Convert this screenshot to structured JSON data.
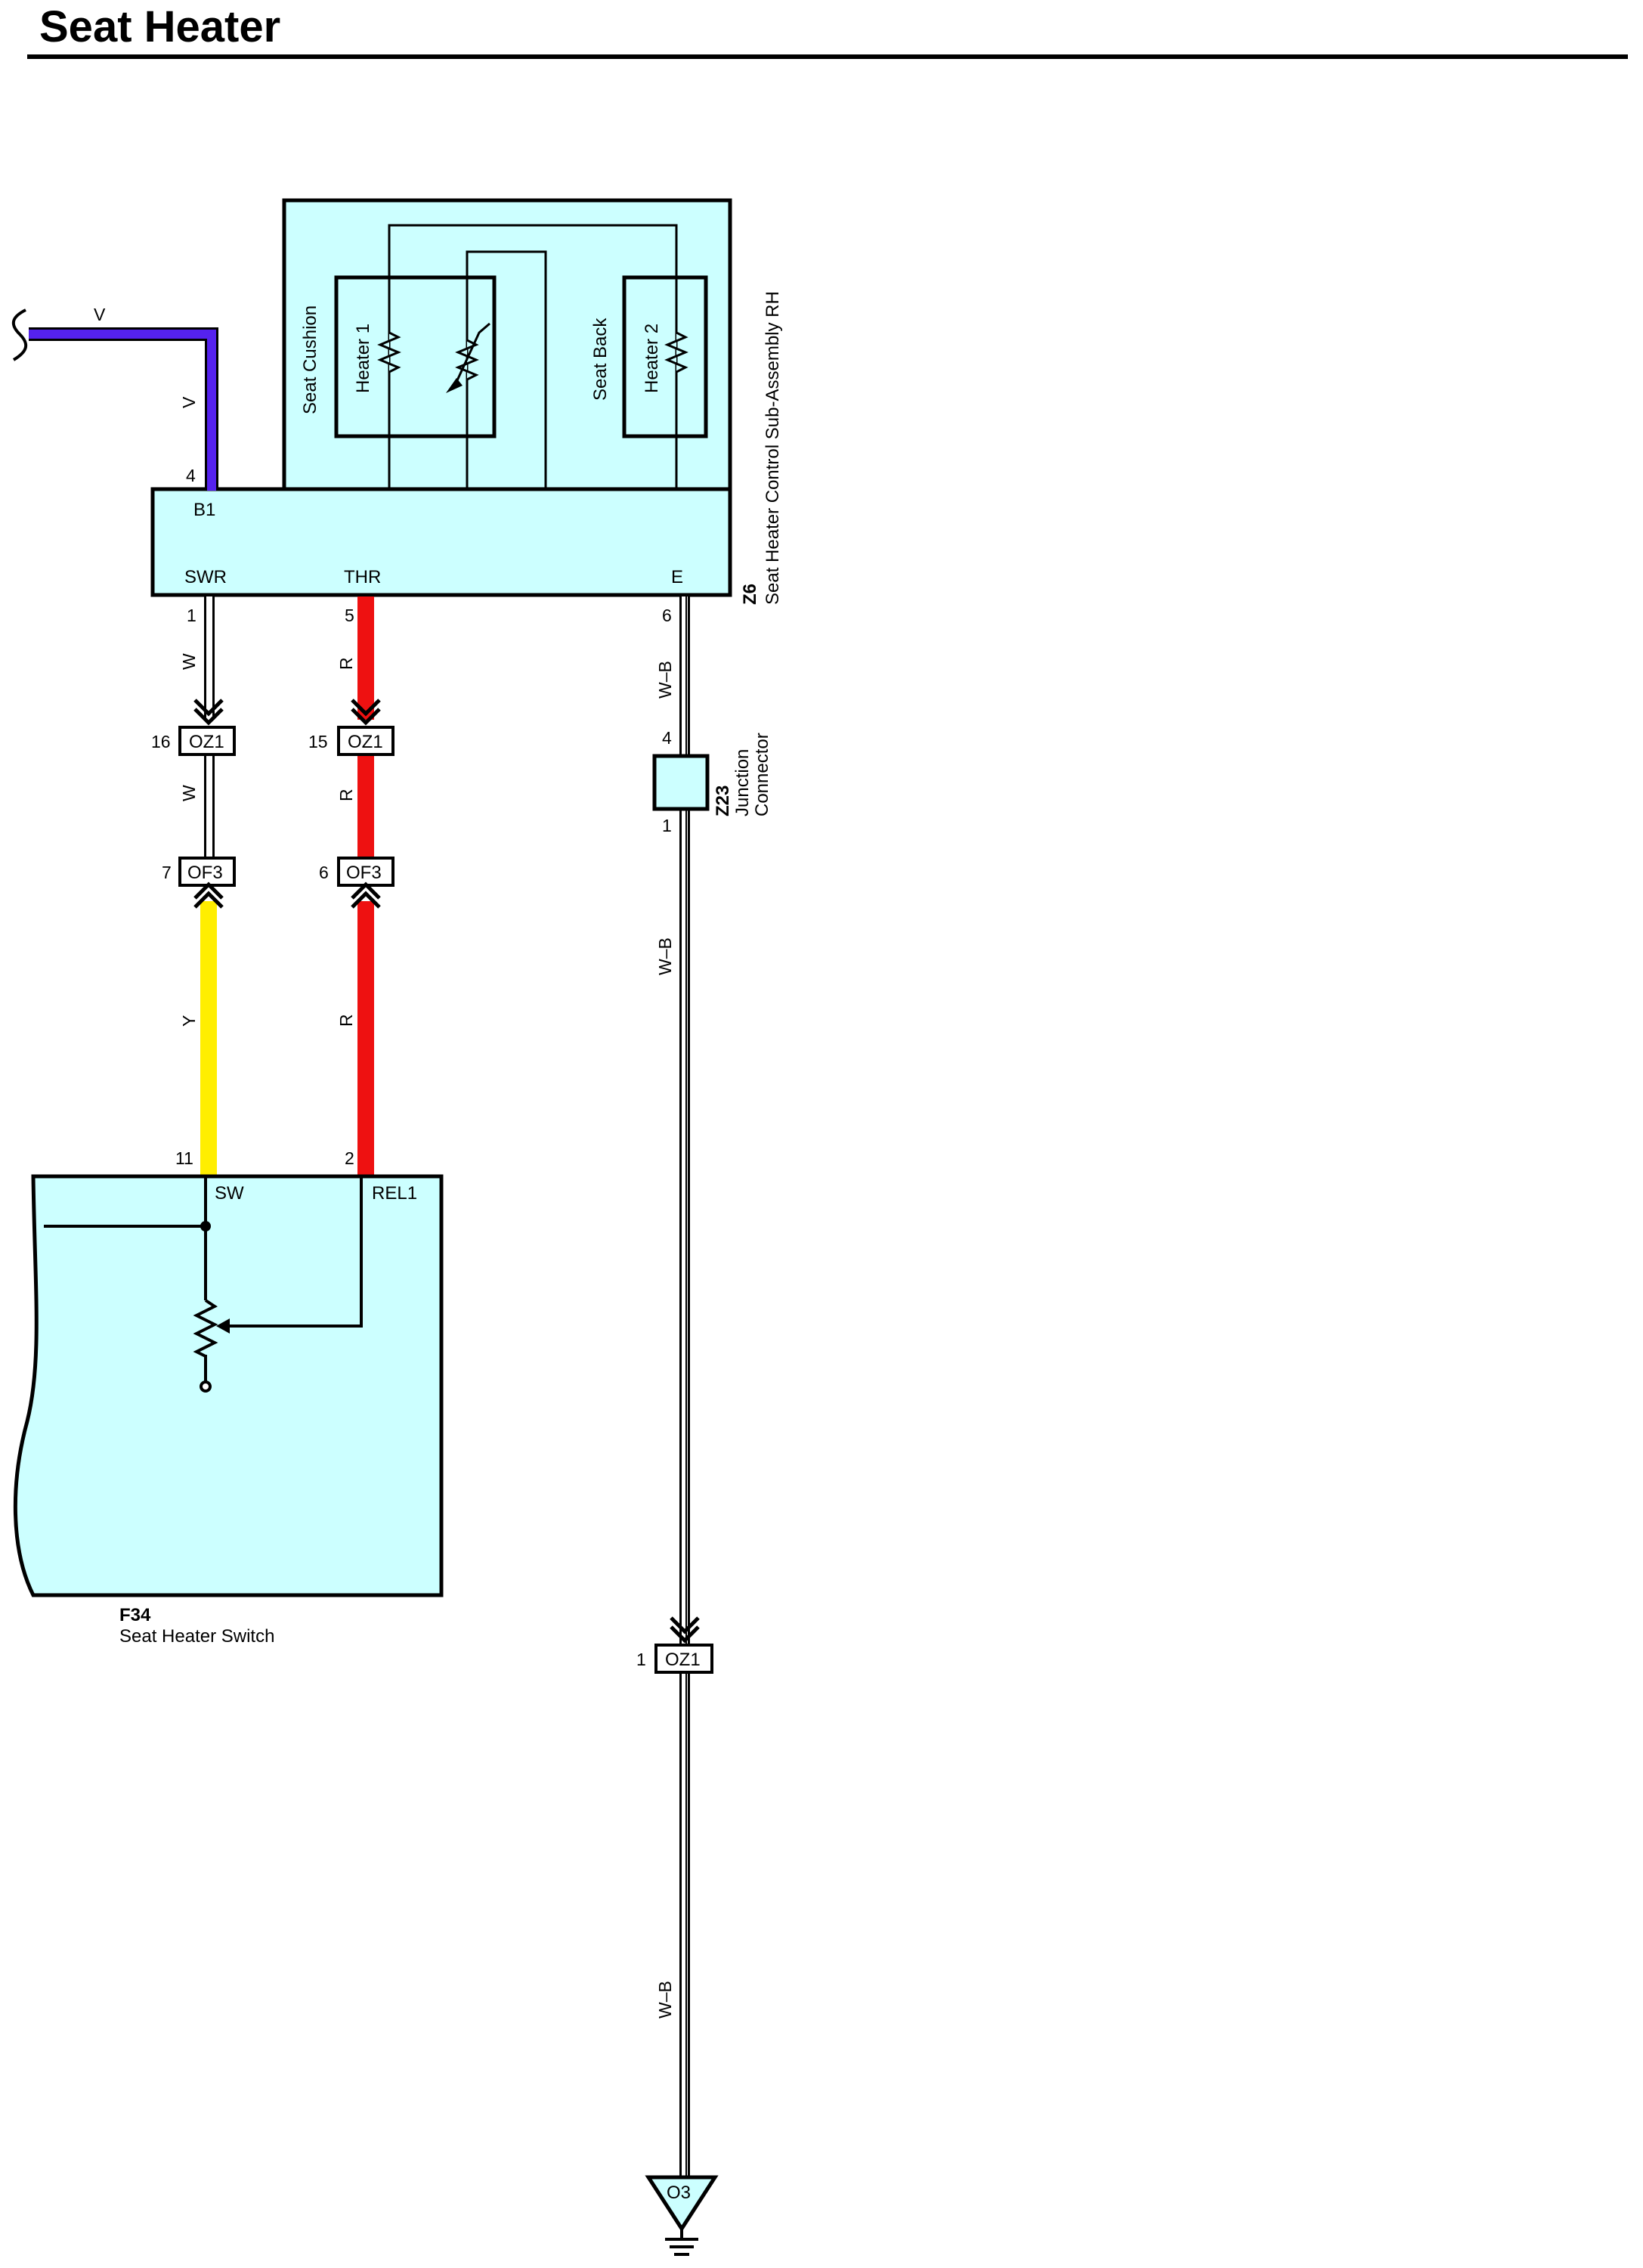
{
  "title": "Seat Heater",
  "colors": {
    "panel_fill": "#ccffff",
    "wire_violet": "#5522ee",
    "wire_red": "#ee1111",
    "wire_yellow": "#ffee00",
    "wire_white": "#ffffff",
    "outline": "#000000"
  },
  "z6": {
    "code": "Z6",
    "name": "Seat Heater Control Sub-Assembly RH",
    "seat_cushion": "Seat Cushion",
    "seat_back": "Seat Back",
    "heater1": "Heater 1",
    "heater2": "Heater 2",
    "terminals": {
      "b1": "B1",
      "swr": "SWR",
      "thr": "THR",
      "e": "E"
    },
    "pins": {
      "b1": "4",
      "swr": "1",
      "thr": "5",
      "e": "6"
    }
  },
  "z23": {
    "code": "Z23",
    "name_line1": "Junction",
    "name_line2": "Connector",
    "pin_top": "4",
    "pin_bottom": "1"
  },
  "f34": {
    "code": "F34",
    "name": "Seat Heater Switch",
    "sw": "SW",
    "rel1": "REL1",
    "pin_sw": "11",
    "pin_rel1": "2"
  },
  "connectors": {
    "oz1_a": {
      "label": "OZ1",
      "pin": "16"
    },
    "oz1_b": {
      "label": "OZ1",
      "pin": "15"
    },
    "of3_a": {
      "label": "OF3",
      "pin": "7"
    },
    "of3_b": {
      "label": "OF3",
      "pin": "6"
    },
    "oz1_c": {
      "label": "OZ1",
      "pin": "1"
    }
  },
  "ground": {
    "label": "O3"
  },
  "wires": {
    "v_top": "V",
    "v_vert": "V",
    "swr_upper": "W",
    "swr_mid": "W",
    "swr_lower": "Y",
    "thr_upper": "R",
    "thr_mid": "R",
    "thr_lower": "R",
    "e_upper": "W–B",
    "e_mid": "W–B",
    "e_lower": "W–B"
  }
}
